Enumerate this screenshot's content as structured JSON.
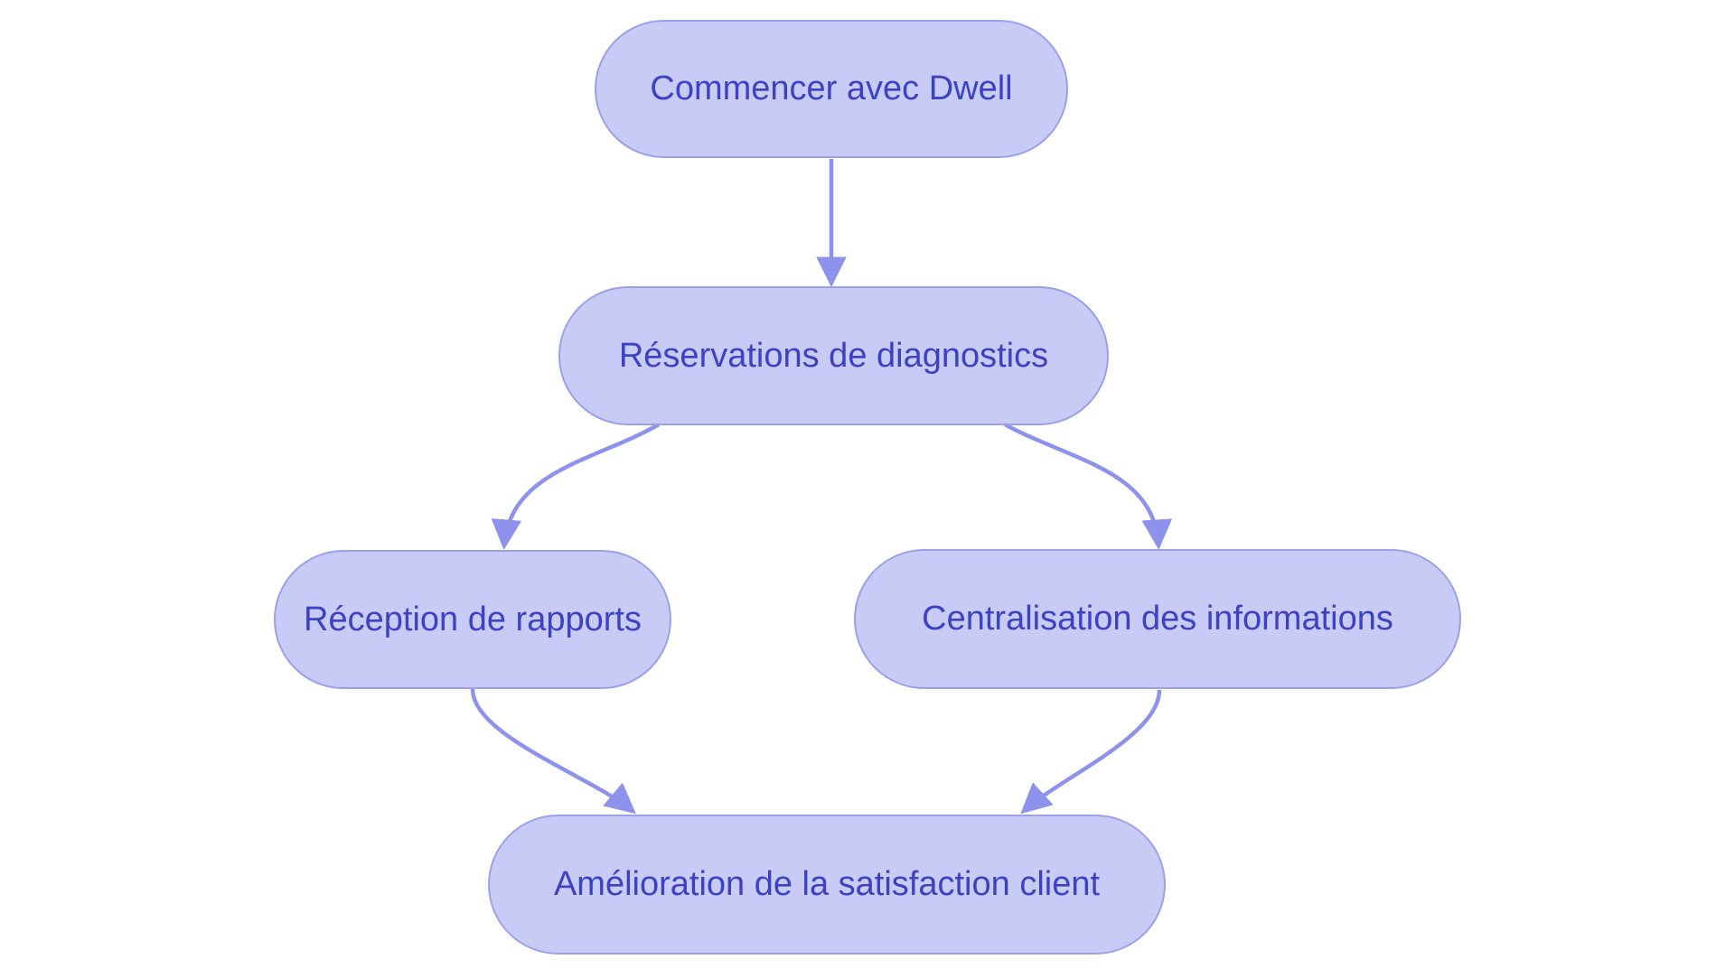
{
  "diagram": {
    "type": "flowchart",
    "direction": "top-down",
    "nodes": [
      {
        "id": "start",
        "label": "Commencer avec Dwell"
      },
      {
        "id": "reservations",
        "label": "Réservations de diagnostics"
      },
      {
        "id": "reception",
        "label": "Réception de rapports"
      },
      {
        "id": "centralisation",
        "label": "Centralisation des informations"
      },
      {
        "id": "amelioration",
        "label": "Amélioration de la satisfaction client"
      }
    ],
    "edges": [
      {
        "from": "start",
        "to": "reservations"
      },
      {
        "from": "reservations",
        "to": "reception"
      },
      {
        "from": "reservations",
        "to": "centralisation"
      },
      {
        "from": "reception",
        "to": "amelioration"
      },
      {
        "from": "centralisation",
        "to": "amelioration"
      }
    ],
    "colors": {
      "node_fill": "#c8cbf5",
      "node_border": "#9aa1e9",
      "node_text": "#3c42c4",
      "arrow": "#8d93ec",
      "background": "#ffffff"
    }
  }
}
